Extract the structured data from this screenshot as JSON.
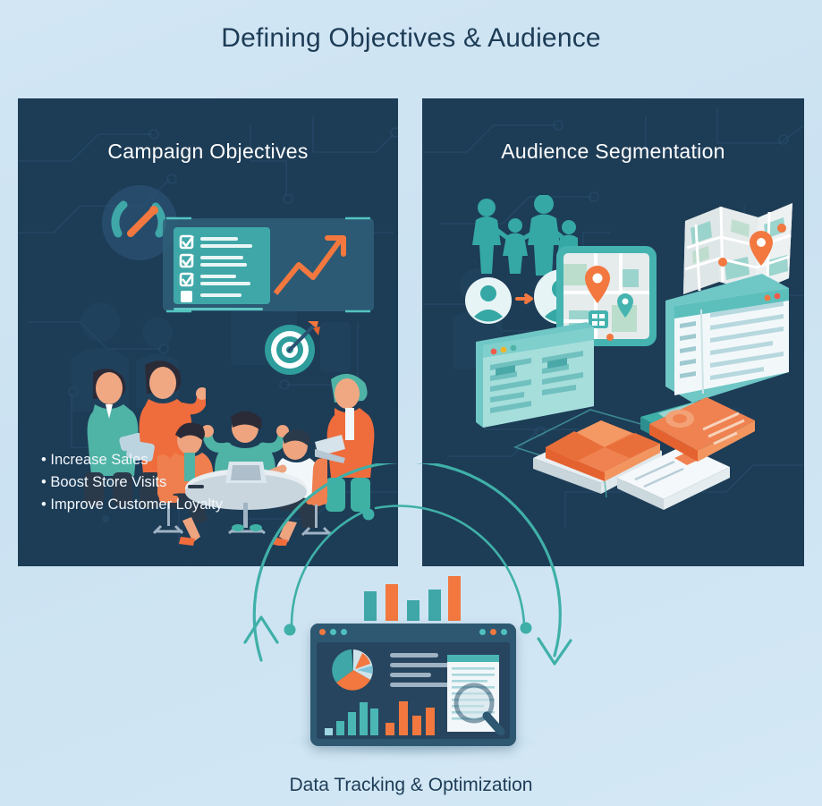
{
  "title": "Defining Objectives & Audience",
  "bottom_caption": "Data Tracking & Optimization",
  "colors": {
    "background": "#cfe4f3",
    "panel": "#1d3c56",
    "title_text": "#1d3c56",
    "panel_text": "#ffffff",
    "teal": "#3fa7a8",
    "teal_dark": "#2e8f90",
    "orange": "#f2783f",
    "light_blue": "#8fd7d5",
    "white": "#ffffff"
  },
  "panels": [
    {
      "id": "campaign-objectives",
      "title": "Campaign Objectives",
      "bullets": [
        "Increase Sales",
        "Boost Store Visits",
        "Improve Customer Loyalty"
      ],
      "illustration": {
        "name": "team-meeting-strategy-scene",
        "elements": [
          "speedometer-icon",
          "checklist-board",
          "growth-arrow-chart",
          "target-dartboard-icon",
          "presenter-person",
          "person-with-tablet",
          "meeting-table-three-people",
          "person-with-laptop",
          "circuit-pattern-background"
        ]
      }
    },
    {
      "id": "audience-segmentation",
      "title": "Audience Segmentation",
      "bullets": [],
      "illustration": {
        "name": "audience-targeting-scene",
        "elements": [
          "family-group-icon",
          "avatar-conversion-badges",
          "orange-arrow-icon",
          "folded-paper-map",
          "tablet-map-card",
          "location-pin-icon",
          "browser-window-list",
          "envelope-mail-icon",
          "document-stack",
          "donut-chart-card",
          "circuit-pattern-background"
        ]
      }
    }
  ],
  "bottom": {
    "illustration_name": "analytics-dashboard-cycle",
    "elements": [
      "outer-cycle-arrow",
      "inner-cycle-arrow",
      "bar-chart-floating",
      "browser-window",
      "pie-chart",
      "text-lines",
      "teal-bar-chart",
      "orange-bar-chart",
      "document-with-magnifier",
      "magnifier-icon"
    ]
  },
  "chart_data": [
    {
      "type": "bar",
      "name": "floating-bar-chart",
      "categories": [
        "1",
        "2",
        "3",
        "4",
        "5"
      ],
      "values": [
        58,
        78,
        40,
        62,
        100
      ],
      "colors": [
        "#3fa7a8",
        "#f2783f",
        "#3fa7a8",
        "#3fa7a8",
        "#f2783f"
      ],
      "title": "",
      "xlabel": "",
      "ylabel": "",
      "ylim": [
        0,
        100
      ],
      "grid": false,
      "legend": false
    },
    {
      "type": "pie",
      "name": "dashboard-pie-chart",
      "labels": [
        "teal",
        "orange",
        "light-blue",
        "pale"
      ],
      "values": [
        42,
        34,
        14,
        10
      ],
      "colors": [
        "#3fa7a8",
        "#f2783f",
        "#7fc4d8",
        "#cfe3ea"
      ],
      "title": "",
      "legend": false
    },
    {
      "type": "bar",
      "name": "dashboard-teal-bars",
      "categories": [
        "1",
        "2",
        "3",
        "4",
        "5"
      ],
      "values": [
        14,
        38,
        62,
        88,
        70
      ],
      "colors": [
        "#9fd8e2",
        "#4bb7b5",
        "#4bb7b5",
        "#4bb7b5",
        "#4bb7b5"
      ],
      "title": "",
      "xlabel": "",
      "ylabel": "",
      "ylim": [
        0,
        100
      ],
      "grid": false,
      "legend": false
    },
    {
      "type": "bar",
      "name": "dashboard-orange-bars",
      "categories": [
        "1",
        "2",
        "3",
        "4"
      ],
      "values": [
        34,
        92,
        56,
        78
      ],
      "colors": [
        "#f2783f",
        "#f2783f",
        "#f2783f",
        "#f2783f"
      ],
      "title": "",
      "xlabel": "",
      "ylabel": "",
      "ylim": [
        0,
        100
      ],
      "grid": false,
      "legend": false
    },
    {
      "type": "pie",
      "name": "donut-card-chart",
      "labels": [
        "filled",
        "rest"
      ],
      "values": [
        70,
        30
      ],
      "colors": [
        "#f9a074",
        "#f2783f"
      ],
      "title": "",
      "legend": false
    }
  ]
}
